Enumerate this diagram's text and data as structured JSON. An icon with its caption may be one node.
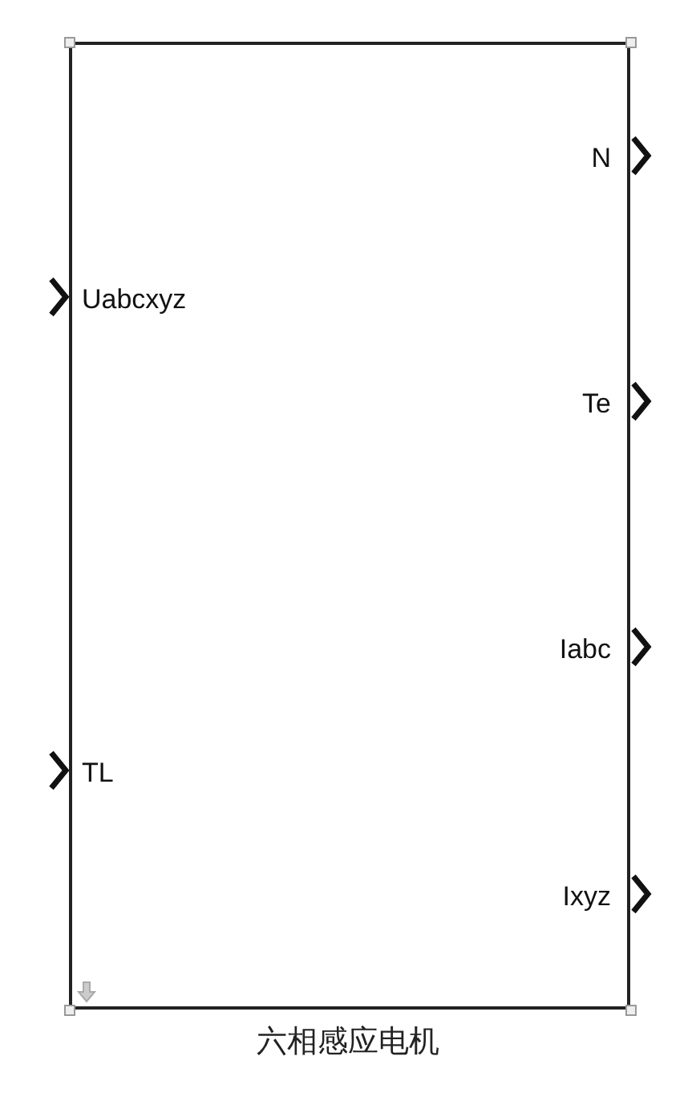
{
  "diagram": {
    "nodes": [
      {
        "text": [
          "Uabcxyz",
          "TL",
          "N",
          "Te",
          "Iabc",
          "Ixyz"
        ],
        "beside": [
          "六相感应电机"
        ]
      }
    ]
  }
}
